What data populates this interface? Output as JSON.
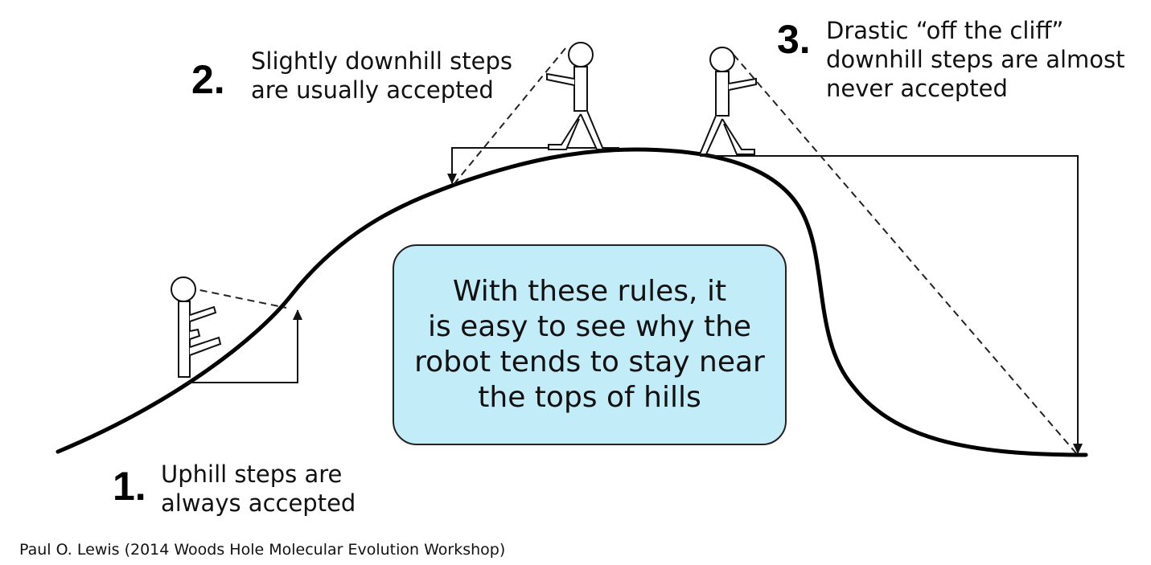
{
  "rules": [
    {
      "number": "1.",
      "lines": [
        "Uphill steps are",
        "always accepted"
      ]
    },
    {
      "number": "2.",
      "lines": [
        "Slightly downhill steps",
        "are usually accepted"
      ]
    },
    {
      "number": "3.",
      "lines": [
        "Drastic “off the cliff”",
        "downhill steps are almost",
        "never accepted"
      ]
    }
  ],
  "center_box": {
    "lines": [
      "With these rules, it",
      "is easy to see why the",
      "robot tends to stay near",
      "the tops of hills"
    ],
    "fill_color": "#c3ecf9"
  },
  "credit": "Paul O. Lewis (2014 Woods Hole Molecular Evolution Workshop)",
  "icons": [
    "robot-walker-icon",
    "up-arrow-icon",
    "down-arrow-icon"
  ]
}
